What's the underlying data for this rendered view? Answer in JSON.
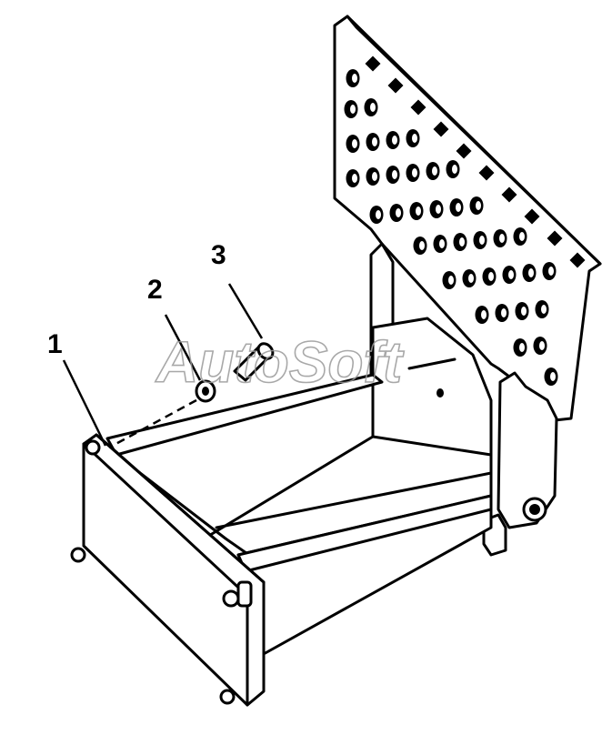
{
  "callouts": [
    {
      "id": "1",
      "label": "1"
    },
    {
      "id": "2",
      "label": "2"
    },
    {
      "id": "3",
      "label": "3"
    }
  ],
  "watermark": {
    "text": "AutoSoft"
  },
  "colors": {
    "line": "#000000",
    "background": "#ffffff",
    "watermark": "#9a9a9a"
  }
}
